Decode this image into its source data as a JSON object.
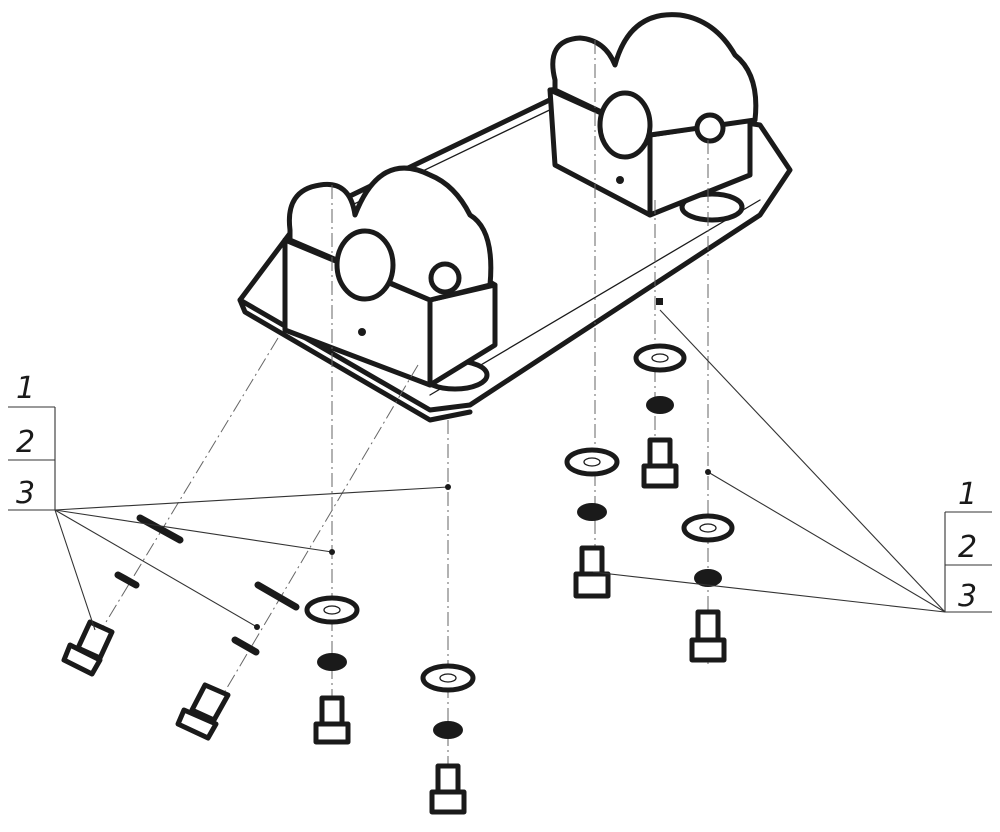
{
  "callouts": {
    "left": {
      "items": [
        "1",
        "2",
        "3"
      ]
    },
    "right": {
      "items": [
        "1",
        "2",
        "3"
      ]
    }
  },
  "colors": {
    "ink": "#1a1a1a",
    "background": "#ffffff"
  }
}
